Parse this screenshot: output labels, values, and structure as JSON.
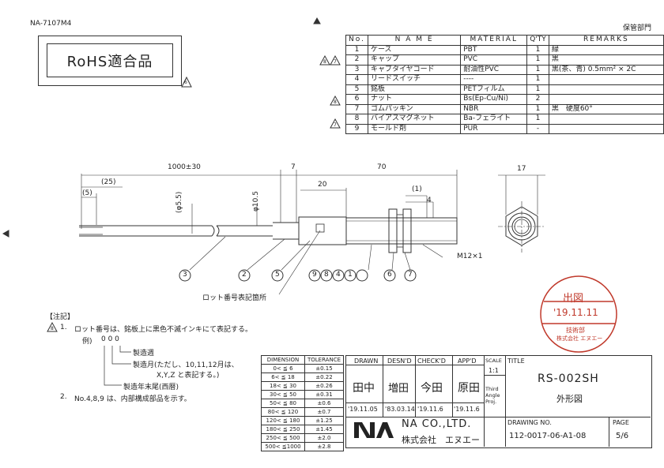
{
  "header": {
    "doc_code": "NA-7107M4",
    "right_note": "保管部門"
  },
  "rohs": {
    "text": "RoHS適合品",
    "revision_mark": "6"
  },
  "parts_table": {
    "headers": [
      "No.",
      "N A M E",
      "MATERIAL",
      "Q'TY",
      "REMARKS"
    ],
    "rows": [
      {
        "mark": "",
        "no": "1",
        "name": "ケース",
        "material": "PBT",
        "qty": "1",
        "remarks": "緑"
      },
      {
        "mark": "8 7",
        "no": "2",
        "name": "キャップ",
        "material": "PVC",
        "qty": "1",
        "remarks": "黒"
      },
      {
        "mark": "",
        "no": "3",
        "name": "キャブタイヤコード",
        "material": "耐油性PVC",
        "qty": "1",
        "remarks": "黒(茶、青) 0.5mm² × 2C"
      },
      {
        "mark": "",
        "no": "4",
        "name": "リードスイッチ",
        "material": "----",
        "qty": "1",
        "remarks": ""
      },
      {
        "mark": "8",
        "no": "5",
        "name": "銘板",
        "material": "PETフィルム",
        "qty": "1",
        "remarks": ""
      },
      {
        "mark": "",
        "no": "6",
        "name": "ナット",
        "material": "Bs(Ep-Cu/Ni)",
        "qty": "2",
        "remarks": ""
      },
      {
        "mark": "7",
        "no": "7",
        "name": "ゴムパッキン",
        "material": "NBR",
        "qty": "1",
        "remarks": "黒　硬度60°"
      },
      {
        "mark": "",
        "no": "8",
        "name": "バイアスマグネット",
        "material": "Ba-フェライト",
        "qty": "1",
        "remarks": ""
      },
      {
        "mark": "",
        "no": "9",
        "name": "モールド剤",
        "material": "PUR",
        "qty": "-",
        "remarks": ""
      }
    ]
  },
  "dimensions": {
    "d1000": "1000±30",
    "d25": "(25)",
    "d5": "(5)",
    "d7": "7",
    "d70": "70",
    "d20": "20",
    "d1": "(1)",
    "d4": "4",
    "d17": "17",
    "phi55": "(φ5.5)",
    "phi105": "φ10.5",
    "thread": "M12×1"
  },
  "balloons": [
    "3",
    "2",
    "5",
    "9",
    "8",
    "4",
    "1",
    "6",
    "7"
  ],
  "lot_label": "ロット番号表記箇所",
  "notes": {
    "title": "【注記】",
    "line1_no": "1.",
    "line1": "ロット番号は、銘板上に黒色不滅インキにて表記する。",
    "example_label": "例)",
    "example_code": "0 0 0",
    "week": "製造週",
    "month": "製造月(ただし、10,11,12月は、",
    "month2": "X,Y,Z と表記する。)",
    "year": "製造年末尾(西暦)",
    "line2_no": "2.",
    "line2": "No.4,8,9 は、内部構成部品を示す。"
  },
  "stamp": {
    "top": "出図",
    "date": "'19.11.11",
    "line1": "技術部",
    "line2": "株式会社 エヌエー"
  },
  "tolerance": {
    "headers": [
      "DIMENSION",
      "TOLERANCE"
    ],
    "rows": [
      [
        "0< ≦ 6",
        "±0.15"
      ],
      [
        "6< ≦ 18",
        "±0.22"
      ],
      [
        "18< ≦ 30",
        "±0.26"
      ],
      [
        "30< ≦ 50",
        "±0.31"
      ],
      [
        "50< ≦ 80",
        "±0.6"
      ],
      [
        "80< ≦ 120",
        "±0.7"
      ],
      [
        "120< ≦ 180",
        "±1.25"
      ],
      [
        "180< ≦ 250",
        "±1.45"
      ],
      [
        "250< ≦ 500",
        "±2.0"
      ],
      [
        "500< ≦1000",
        "±2.8"
      ]
    ]
  },
  "title_block": {
    "drawn_h": "DRAWN",
    "desn_h": "DESN'D",
    "check_h": "CHECK'D",
    "app_h": "APP'D",
    "scale_h": "SCALE",
    "title_h": "TITLE",
    "drawn": "田中",
    "desn": "増田",
    "check": "今田",
    "app": "原田",
    "date_drawn": "'19.11.05",
    "date_desn": "'83.03.14",
    "date_check": "'19.11.6",
    "date_app": "'19.11.6",
    "scale": "1:1",
    "projection": "Third Angle Proj.",
    "title": "RS-002SH",
    "subtitle": "外形図",
    "company_en": "NA CO.,LTD.",
    "company_jp": "株式会社　エヌエー",
    "drawing_no_h": "DRAWING NO.",
    "drawing_no": "112-0017-06-A1-08",
    "page_h": "PAGE",
    "page": "5/6"
  }
}
